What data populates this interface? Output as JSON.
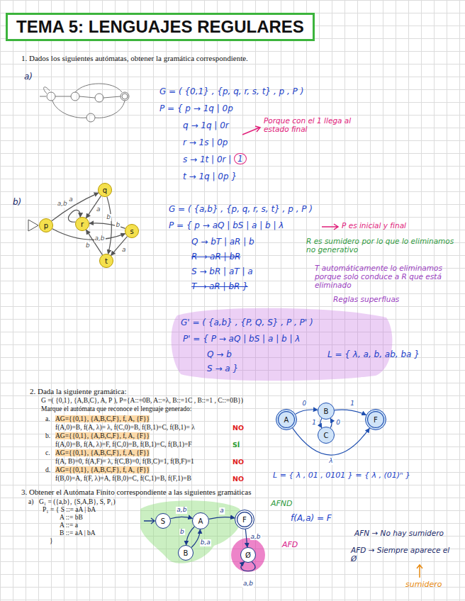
{
  "diagram": {
    "title": "TEMA 5: LENGUAJES REGULARES",
    "nodes": [
      {
        "text": [
          "p"
        ]
      },
      {
        "text": [
          "q"
        ]
      },
      {
        "text": [
          "r"
        ]
      },
      {
        "text": [
          "s"
        ]
      },
      {
        "text": [
          "t"
        ]
      },
      {
        "text": [
          "A"
        ]
      },
      {
        "text": [
          "B"
        ]
      },
      {
        "text": [
          "C"
        ]
      },
      {
        "text": [
          "F"
        ]
      },
      {
        "text": [
          "S"
        ]
      },
      {
        "text": [
          "A"
        ]
      },
      {
        "text": [
          "F"
        ]
      },
      {
        "text": [
          "B"
        ]
      },
      {
        "text": [
          "Ø"
        ]
      }
    ],
    "edges": [
      {
        "from": 0,
        "to": 1,
        "label": "a",
        "arrow": "to"
      },
      {
        "from": 0,
        "to": 3,
        "label": "b",
        "arrow": "to"
      },
      {
        "from": 1,
        "to": 4,
        "label": "b",
        "arrow": "to"
      },
      {
        "from": 1,
        "to": 2,
        "label": "a",
        "arrow": "to"
      },
      {
        "from": 2,
        "to": 2,
        "label": "a,b",
        "arrow": "to"
      },
      {
        "from": 3,
        "to": 2,
        "label": "b",
        "arrow": "to"
      },
      {
        "from": 3,
        "to": 4,
        "label": "a",
        "arrow": "to"
      },
      {
        "from": 4,
        "to": 2,
        "label": "a,b",
        "arrow": "to"
      },
      {
        "from": 5,
        "to": 6,
        "label": "0",
        "arrow": "to"
      },
      {
        "from": 6,
        "to": 8,
        "label": "1",
        "arrow": "to"
      },
      {
        "from": 6,
        "to": 7,
        "label": "1",
        "arrow": "to"
      },
      {
        "from": 7,
        "to": 6,
        "label": "0",
        "arrow": "to"
      },
      {
        "from": 5,
        "to": 8,
        "label": "λ",
        "arrow": "to"
      },
      {
        "from": 9,
        "to": 10,
        "label": "a,b",
        "arrow": "to"
      },
      {
        "from": 10,
        "to": 11,
        "label": "a",
        "arrow": "to"
      },
      {
        "from": 10,
        "to": 12,
        "label": "b",
        "arrow": "to"
      },
      {
        "from": 12,
        "to": 10,
        "label": "b,a",
        "arrow": "to"
      },
      {
        "from": 11,
        "to": 13,
        "label": "a,b",
        "arrow": "to"
      },
      {
        "from": 13,
        "to": 13,
        "label": "a,b",
        "arrow": "to"
      }
    ],
    "labels": [
      "1. Dados los siguientes autómatas, obtener la gramática correspondiente.",
      "a)",
      "G = ( {0,1} , {p, q, r, s, t} , p , P )",
      "P = { p → 1q | 0p",
      "q → 1q | 0r",
      "r → 1s | 0p",
      "s → 1t | 0r |",
      "1",
      "t → 1q | 0p }",
      "Porque con el 1 llega al estado final",
      "b)",
      "G = ( {a,b} , {p, q, r, s, t} , p , P )",
      "P = { p → aQ | bS | a | b | λ",
      "P es inicial y final",
      "Q → bT | aR | b",
      "R → aR | bR",
      "S → bR | aT | a",
      "T → aR | bR }",
      "R es sumidero por lo que lo eliminamos no generativo",
      "T automáticamente lo eliminamos porque solo conduce a R que está eliminado",
      "Reglas superfluas",
      "G' = ( {a,b} , {P, Q, S} , P , P' )",
      "P' = { P → aQ | bS | a | b | λ",
      "Q → b",
      "S → a }",
      "L = { λ, a, b, ab, ba }",
      "2. Dada la siguiente gramática:",
      "G =( {0,1}, {A,B,C}, A, P ), P={A::=0B, A::=λ, B::=1C , B::=1 , C::=0B})",
      "Marque el autómata que reconoce el lenguaje generado:",
      "a.",
      "AG={{0,1}, {A,B,C,F}, f, A, {F}}",
      "f(A,0)=B, f(A, λ)= λ, f(C,0)=B, f(B,1)=C, f(B,1)= λ",
      "NO",
      "b.",
      "AG={{0,1}, {A,B,C,F}, f, A, {F}}",
      "f(A,0)=B, f(A, λ)=F, f(C,0)=B, f(B,1)=C, f(B,1)=F",
      "SÍ",
      "c.",
      "AG={{0,1}, {A,B,C,F}, f, A, {F}}",
      "f(A, B)=0, f(A,F)= λ, f(C,B)=0, f(B,C)=1, f(B,F)=1",
      "NO",
      "d.",
      "AG={{0,1}, {A,B,C,F}, f, A, {F}}",
      "f(B,0)=A, f(F, λ)=A, f(B,0)=C, f(C,1)=B, f(F,1)=B",
      "NO",
      "L = { λ , 01 , 0101 } = { λ , (01)ⁿ }",
      "3. Obtener el Autómata Finito correspondiente a las siguientes gramáticas",
      "a)",
      "G₁ = ({a,b}, {S,A,B}, S, P₁)",
      "P₁ = { S ::= aA | bA",
      "A ::= bB",
      "A ::= a",
      "B ::= aA | bA",
      "}",
      "AFND",
      "f(A,a) = F",
      "AFD",
      "AFN → No hay sumidero",
      "AFD → Siempre aparece el Ø",
      "sumidero"
    ]
  }
}
